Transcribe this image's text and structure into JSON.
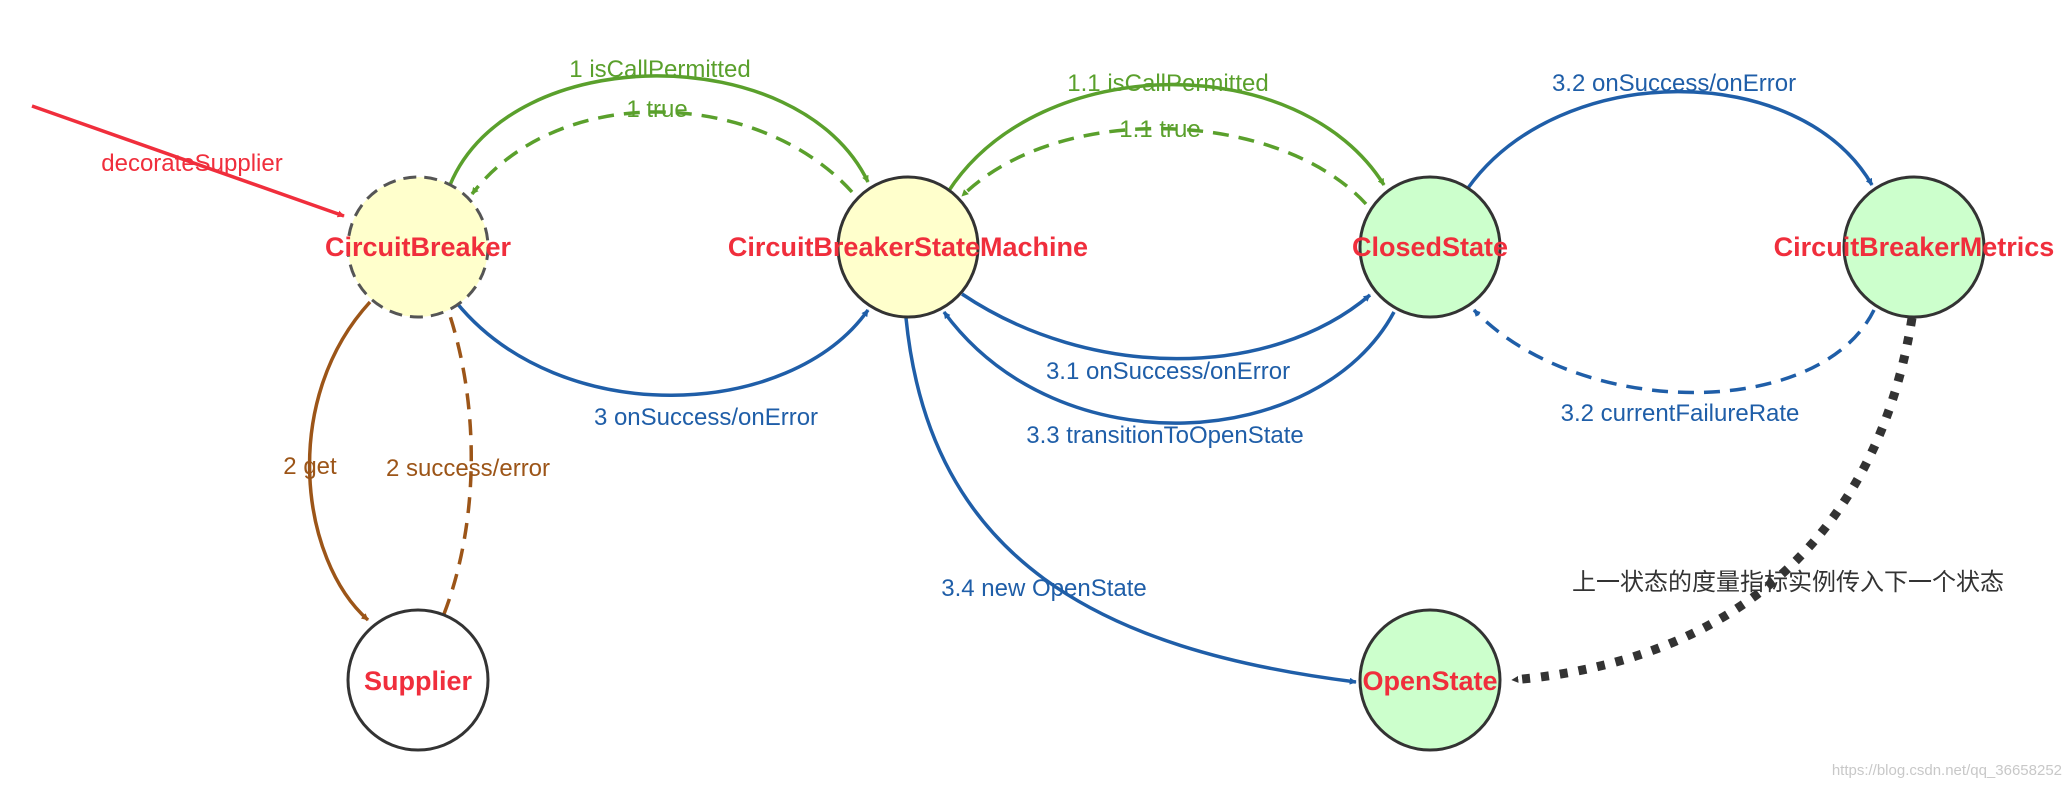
{
  "colors": {
    "green": "#5aa02c",
    "blue": "#1f5ea8",
    "brown": "#9c5518",
    "red": "#f02e3c",
    "dark": "#333333",
    "node_yellow": "#ffffcc",
    "node_green": "#ccffcc",
    "node_white": "#ffffff",
    "watermark": "#c8c8c8"
  },
  "nodes": {
    "circuit_breaker": "CircuitBreaker",
    "state_machine": "CircuitBreakerStateMachine",
    "closed_state": "ClosedState",
    "metrics": "CircuitBreakerMetrics",
    "supplier": "Supplier",
    "open_state": "OpenState"
  },
  "edges": {
    "decorate_supplier": "decorateSupplier",
    "is_call_permitted_1": "1 isCallPermitted",
    "true_1": "1 true",
    "is_call_permitted_1_1": "1.1 isCallPermitted",
    "true_1_1": "1.1 true",
    "on_success_3_2": "3.2 onSuccess/onError",
    "on_success_3_1": "3.1 onSuccess/onError",
    "transition_3_3": "3.3 transitionToOpenState",
    "current_failure_rate": "3.2 currentFailureRate",
    "on_success_3": "3 onSuccess/onError",
    "get_2": "2 get",
    "success_error_2": "2 success/error",
    "new_open_state": "3.4 new OpenState"
  },
  "note": "上一状态的度量指标实例传入下一个状态",
  "watermark": "https://blog.csdn.net/qq_36658252"
}
